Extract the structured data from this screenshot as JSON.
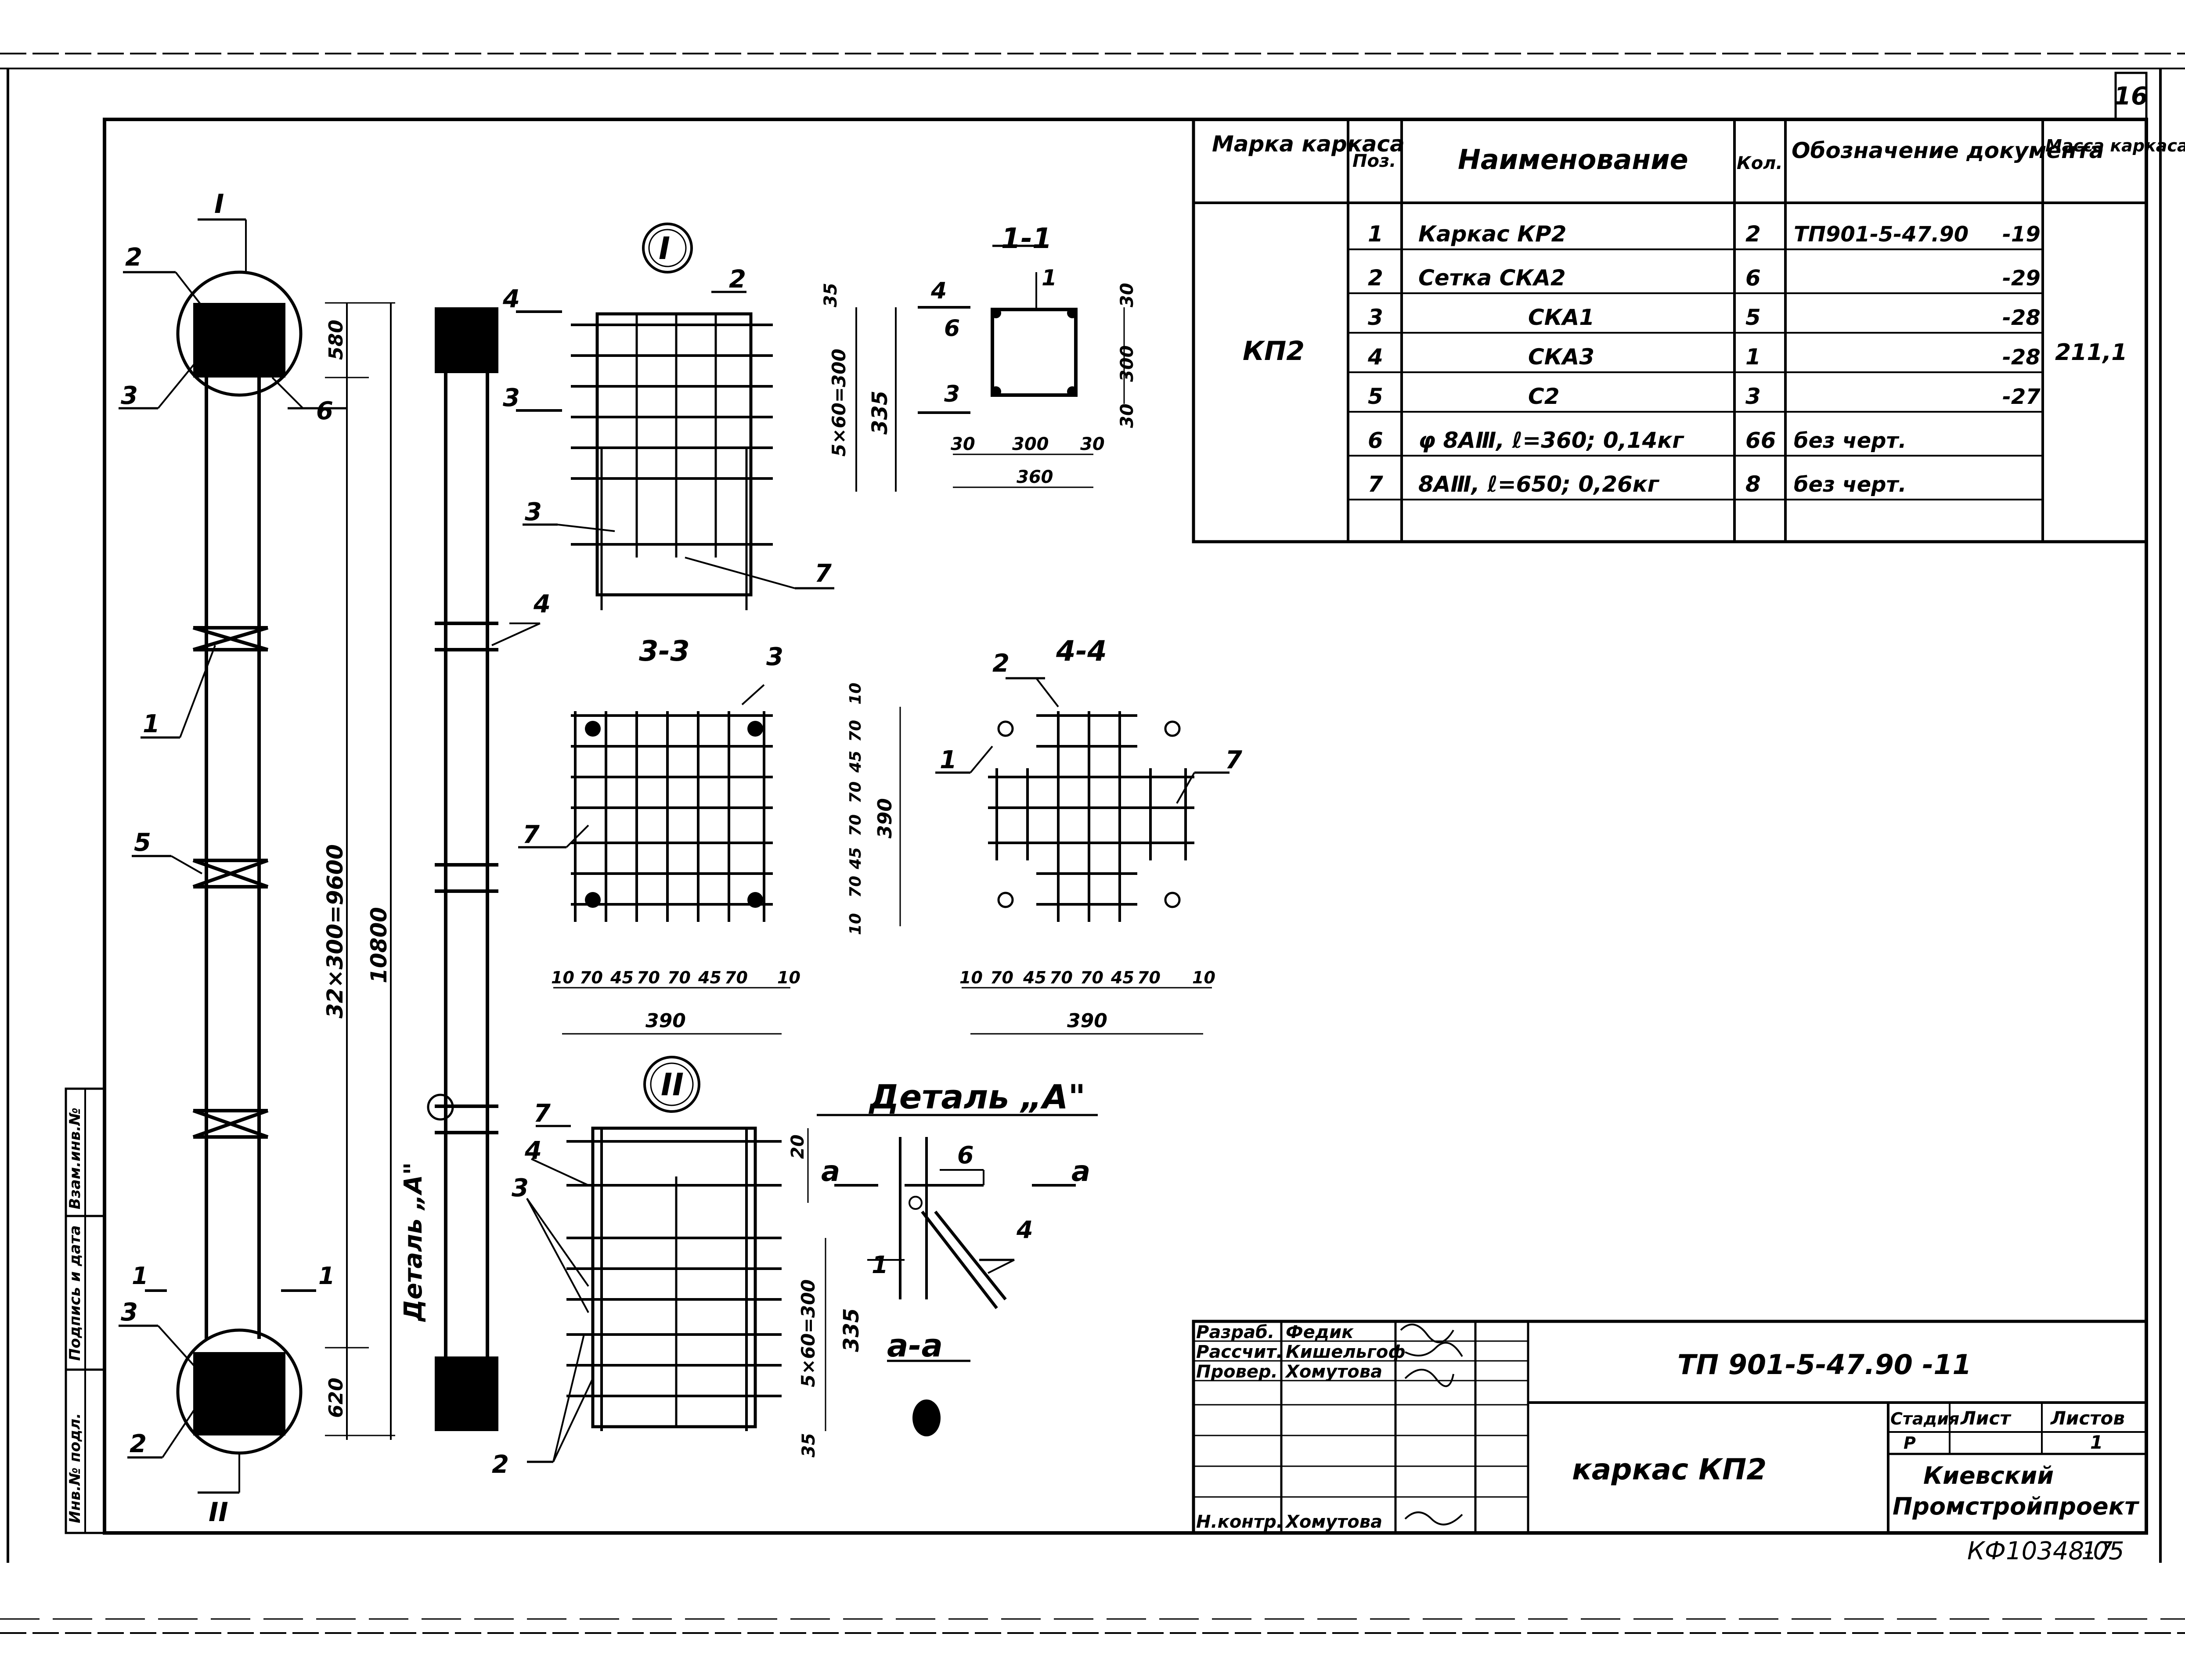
{
  "sheet": {
    "sheet_number": "16",
    "archive_number": "КФ10348-05",
    "archive_page": "17"
  },
  "left_margin": {
    "labels": [
      "Инв.№ подл.",
      "Подпись и дата",
      "Взам.инв.№"
    ]
  },
  "spec_table": {
    "headers": {
      "mark": "Марка каркаса",
      "pos": "Поз.",
      "name": "Наименование",
      "qty": "Кол.",
      "doc": "Обозначение документа",
      "mass": "Масса каркаса, кг"
    },
    "mark_value": "КП2",
    "mass_value": "211,1",
    "rows": [
      {
        "pos": "1",
        "name": "Каркас КР2",
        "qty": "2",
        "doc": "ТП901-5-47.90",
        "sheet": "-19"
      },
      {
        "pos": "2",
        "name": "Сетка СКА2",
        "qty": "6",
        "doc": "",
        "sheet": "-29"
      },
      {
        "pos": "3",
        "name": "СКА1",
        "qty": "5",
        "doc": "",
        "sheet": "-28"
      },
      {
        "pos": "4",
        "name": "СКА3",
        "qty": "1",
        "doc": "",
        "sheet": "-28"
      },
      {
        "pos": "5",
        "name": "С2",
        "qty": "3",
        "doc": "",
        "sheet": "-27"
      },
      {
        "pos": "6",
        "name": "φ 8АⅢ, ℓ=360; 0,14кг",
        "qty": "66",
        "doc": "без черт.",
        "sheet": ""
      },
      {
        "pos": "7",
        "name": "8АⅢ, ℓ=650; 0,26кг",
        "qty": "8",
        "doc": "без черт.",
        "sheet": ""
      }
    ]
  },
  "drawing": {
    "elevation": {
      "mark_top": "I",
      "mark_bottom": "II",
      "dim_top": "580",
      "dim_mid": "32×300=9600",
      "dim_total": "10800",
      "dim_bottom": "620",
      "callouts": [
        "2",
        "3",
        "6",
        "1",
        "5",
        "3",
        "2"
      ],
      "section_marks": [
        "1",
        "1"
      ],
      "detail_label": "Деталь „А\""
    },
    "side_view": {
      "marks": [
        "4",
        "3"
      ],
      "callout": "4"
    },
    "node_I": {
      "label": "I",
      "callouts": [
        "2",
        "3",
        "7"
      ],
      "dims": [
        "35",
        "5×60=300",
        "335"
      ]
    },
    "section_1_1": {
      "title": "1-1",
      "callout": "1",
      "marks": [
        "4",
        "6",
        "3"
      ],
      "dims_h": [
        "30",
        "300",
        "30",
        "360"
      ],
      "dims_v": [
        "30",
        "300",
        "30"
      ]
    },
    "section_3_3": {
      "title": "3-3",
      "callouts": [
        "3",
        "7"
      ],
      "dims_bottom": [
        "10",
        "70",
        "45",
        "70",
        "70",
        "45",
        "70",
        "10"
      ],
      "total_bottom": "390",
      "dims_right": [
        "10",
        "70",
        "45",
        "70",
        "70",
        "45",
        "70",
        "10"
      ],
      "total_right": "390"
    },
    "section_4_4": {
      "title": "4-4",
      "callouts": [
        "2",
        "1",
        "7"
      ],
      "dims_bottom": [
        "10",
        "70",
        "45",
        "70",
        "70",
        "45",
        "70",
        "10"
      ],
      "total_bottom": "390"
    },
    "node_II": {
      "label": "II",
      "callouts": [
        "7",
        "4",
        "3",
        "2"
      ],
      "dims": [
        "20",
        "5×60=300",
        "335",
        "35"
      ]
    },
    "detail_A": {
      "title": "Деталь „А\"",
      "callouts": [
        "6",
        "1",
        "4"
      ],
      "section_mark": "а",
      "section_title": "а-а"
    }
  },
  "title_block": {
    "roles": [
      {
        "role": "Разраб.",
        "name": "Федик"
      },
      {
        "role": "Рассчит.",
        "name": "Кишельгоф"
      },
      {
        "role": "Провер.",
        "name": "Хомутова"
      },
      {
        "role": "",
        "name": ""
      },
      {
        "role": "",
        "name": ""
      },
      {
        "role": "Н.контр.",
        "name": "Хомутова"
      }
    ],
    "designation": "ТП 901-5-47.90 -11",
    "object_name": "каркас КП2",
    "stage_label": "Стадия",
    "stage_value": "Р",
    "sheet_label": "Лист",
    "sheet_value": "",
    "sheets_label": "Листов",
    "sheets_value": "1",
    "organization": "Киевский Промстройпроект"
  }
}
